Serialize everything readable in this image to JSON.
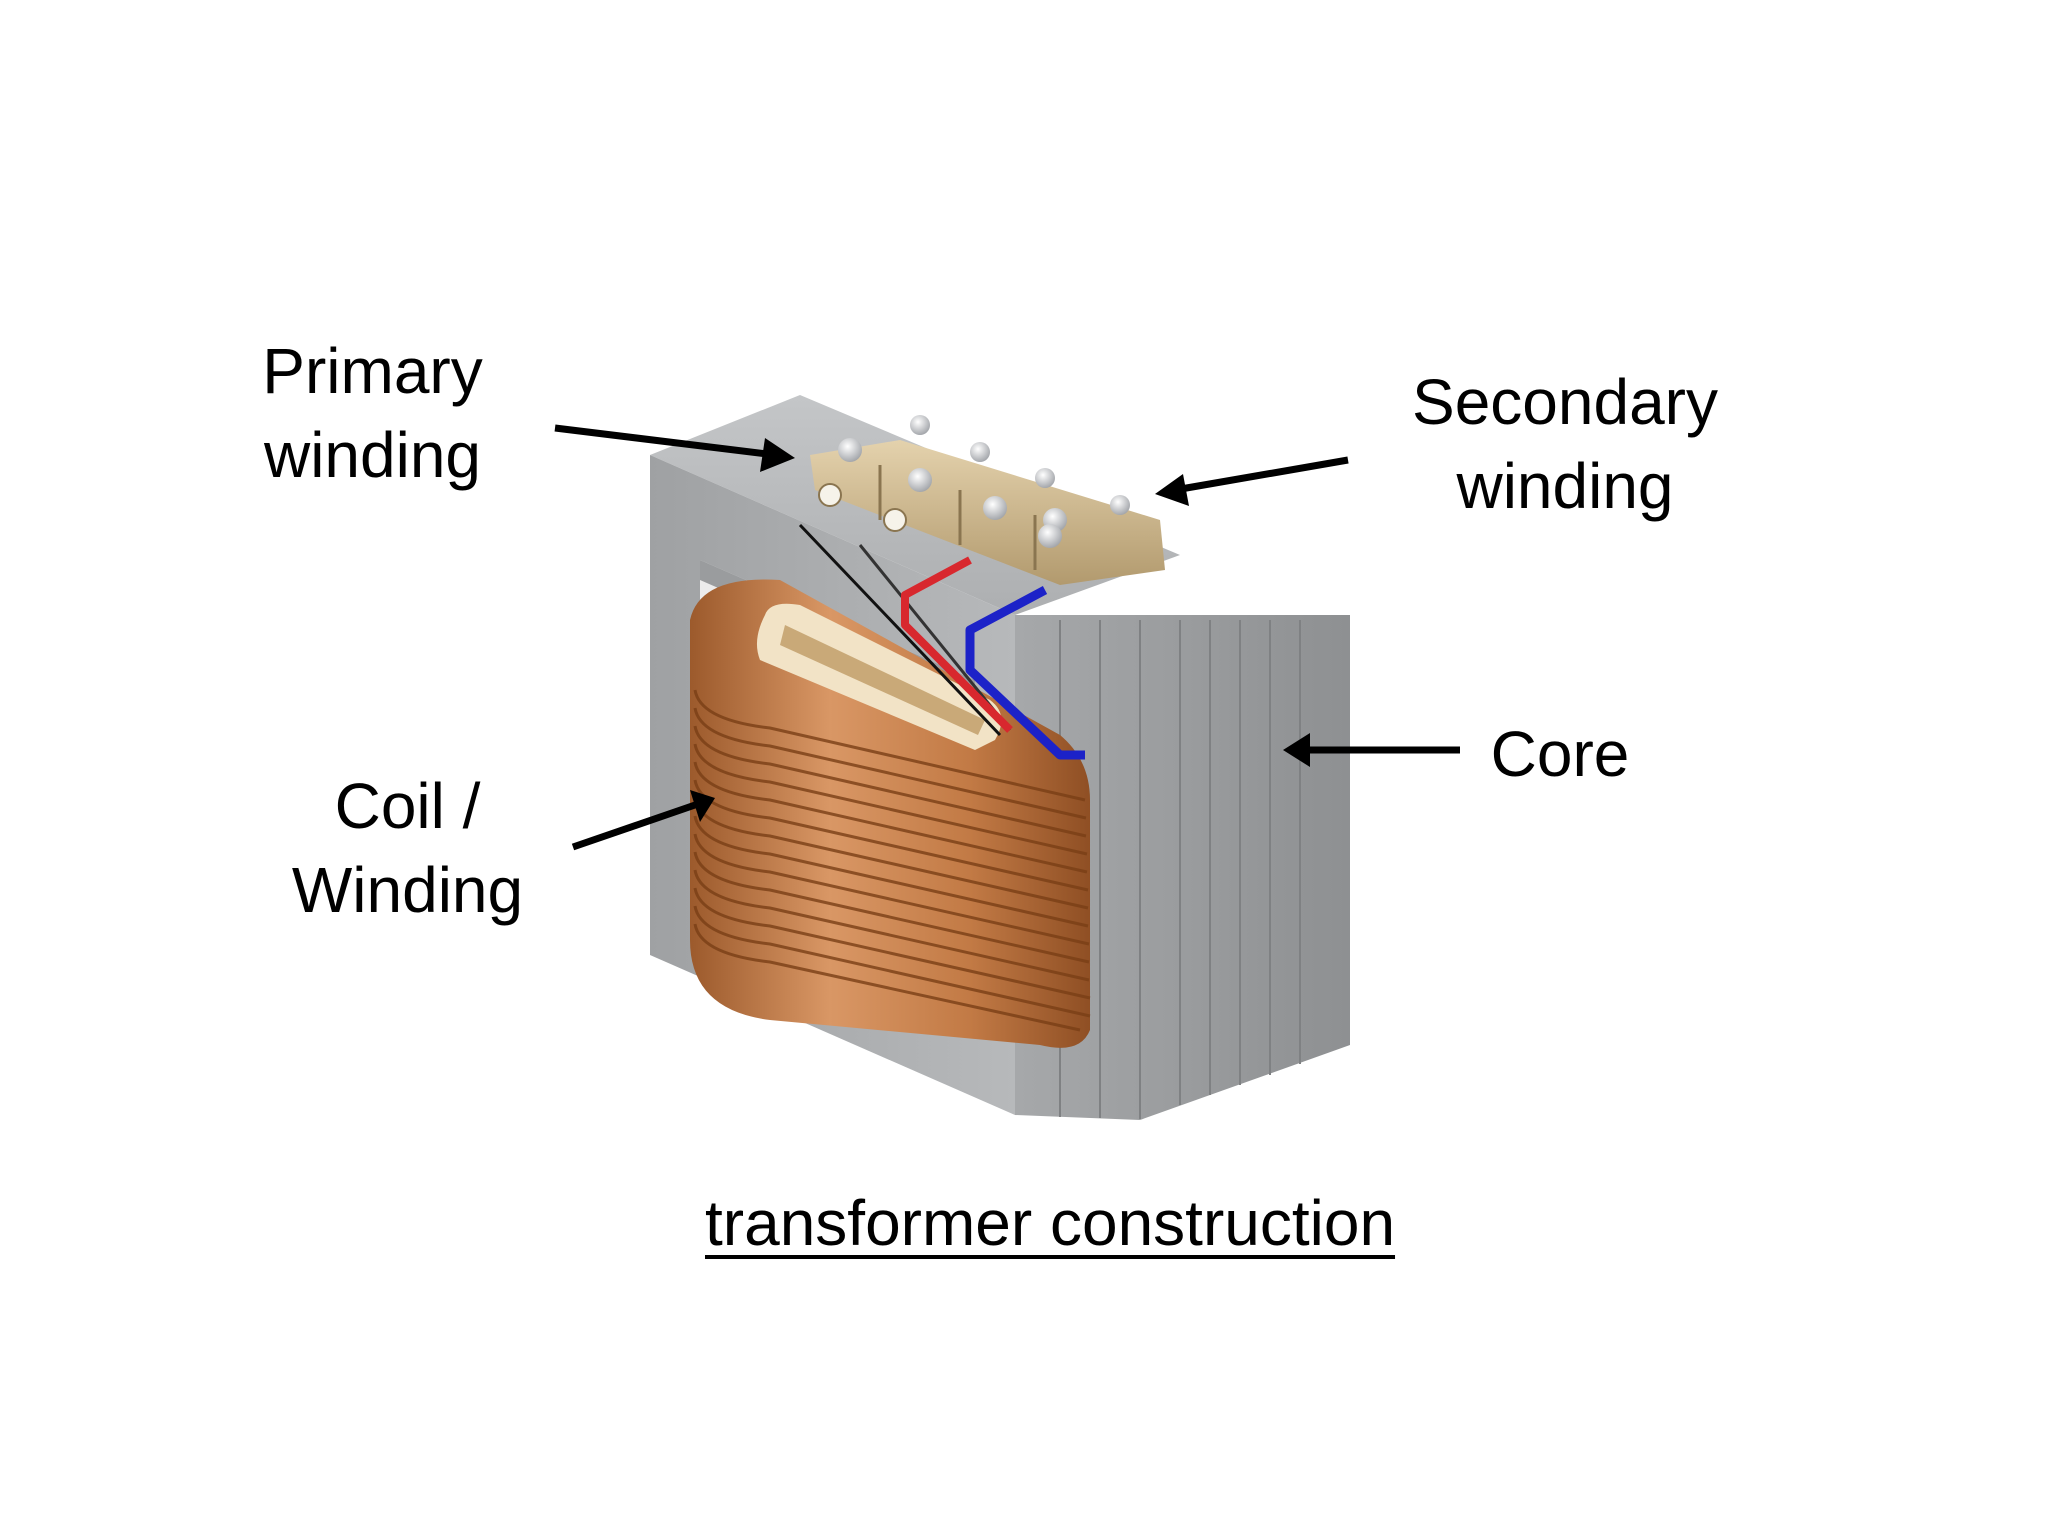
{
  "labels": {
    "primary_winding": [
      "Primary",
      "winding"
    ],
    "secondary_winding": [
      "Secondary",
      "winding"
    ],
    "coil_winding": [
      "Coil /",
      "Winding"
    ],
    "core": "Core"
  },
  "caption": "transformer construction",
  "colors": {
    "core": "#a9abad",
    "copper": "#c27a45",
    "terminal": "#c9b28a",
    "wire_red": "#d8282e",
    "wire_blue": "#1c22c8"
  }
}
